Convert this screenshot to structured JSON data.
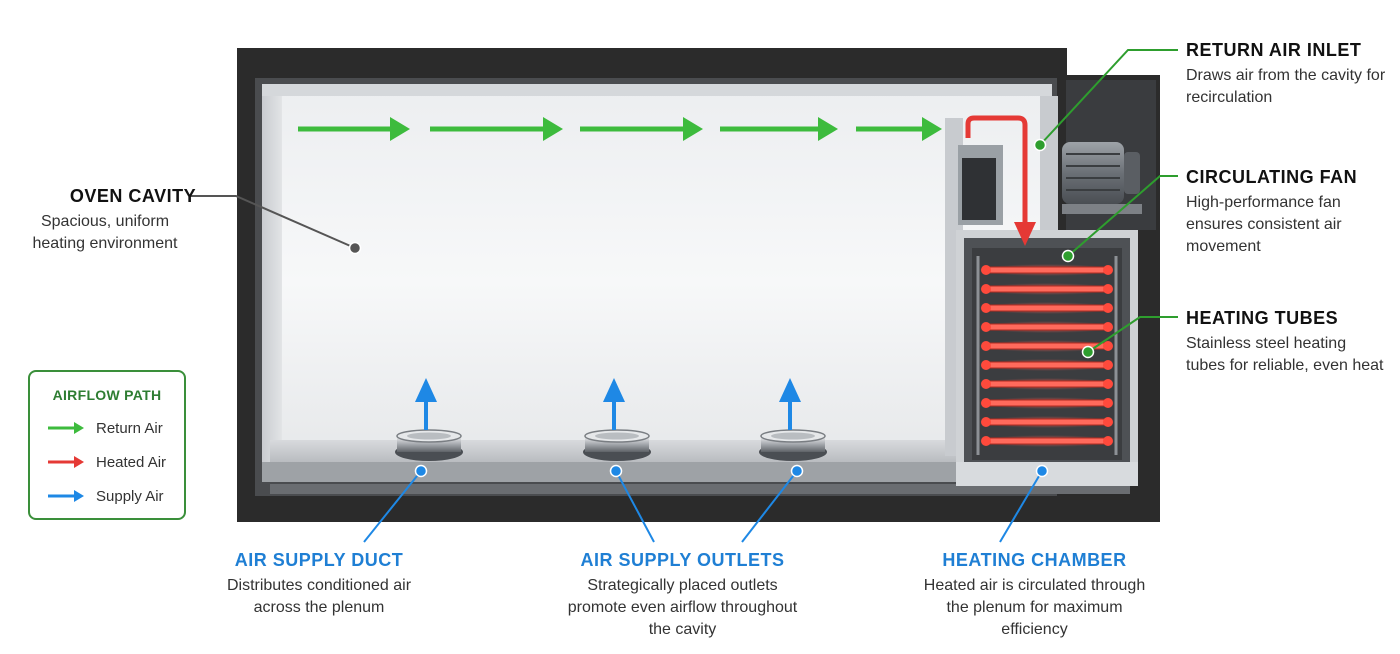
{
  "callouts": {
    "oven_cavity": {
      "title": "OVEN CAVITY",
      "desc": "Spacious, uniform heating environment"
    },
    "return_air_inlet": {
      "title": "RETURN AIR INLET",
      "desc": "Draws air from the cavity for recirculation"
    },
    "circulating_fan": {
      "title": "CIRCULATING FAN",
      "desc": "High-performance fan ensures consistent air movement"
    },
    "heating_tubes": {
      "title": "HEATING TUBES",
      "desc": "Stainless steel heating tubes for reliable, even heat"
    },
    "air_supply_duct": {
      "title": "AIR SUPPLY DUCT",
      "desc": "Distributes conditioned air across the plenum"
    },
    "air_supply_outlets": {
      "title": "AIR SUPPLY OUTLETS",
      "desc": "Strategically placed outlets promote even airflow throughout the cavity"
    },
    "heating_chamber": {
      "title": "HEATING CHAMBER",
      "desc": "Heated air is circulated through the plenum for maximum efficiency"
    }
  },
  "legend": {
    "title": "AIRFLOW PATH",
    "items": [
      {
        "label": "Return Air",
        "color": "#3dbb3d"
      },
      {
        "label": "Heated Air",
        "color": "#e53935"
      },
      {
        "label": "Supply Air",
        "color": "#1e88e5"
      }
    ]
  },
  "colors": {
    "return_air": "#3dbb3d",
    "heated_air": "#e53935",
    "supply_air": "#1e88e5",
    "leader_green": "#2e9e2e",
    "leader_blue": "#1e88e5",
    "leader_gray": "#555555",
    "oven_frame": "#2b2b2b"
  }
}
